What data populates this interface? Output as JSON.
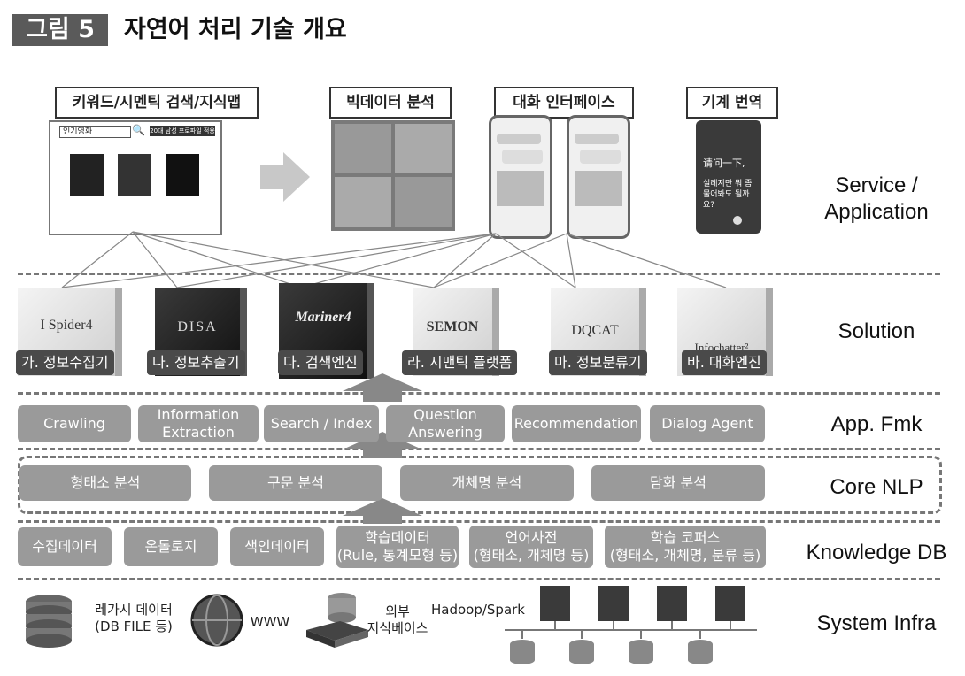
{
  "header": {
    "figure_label": "그림 5",
    "title": "자연어 처리 기술 개요"
  },
  "layers": {
    "service": "Service /\nApplication",
    "solution": "Solution",
    "app_fmk": "App. Fmk",
    "core_nlp": "Core NLP",
    "knowledge_db": "Knowledge DB",
    "system_infra": "System Infra"
  },
  "services": [
    {
      "label": "키워드/시멘틱 검색/지식맵"
    },
    {
      "label": "빅데이터 분석"
    },
    {
      "label": "대화 인터페이스"
    },
    {
      "label": "기계 번역"
    }
  ],
  "service_screens": {
    "search_box": "인기영화",
    "promo_banner": "20대 남성 프로파일 적용",
    "translate_text_zh": "请问一下,",
    "translate_text_ko": "실례지만 뭐 좀 물어봐도 될까요?"
  },
  "solutions": [
    {
      "product": "I Spider4",
      "label": "가. 정보수집기"
    },
    {
      "product": "DISA",
      "label": "나. 정보추출기"
    },
    {
      "product": "Mariner4",
      "label": "다. 검색엔진"
    },
    {
      "product": "SEMON",
      "label": "라. 시맨틱 플랫폼"
    },
    {
      "product": "DQCAT",
      "label": "마. 정보분류기"
    },
    {
      "product": "Infochatter²",
      "label": "바. 대화엔진"
    }
  ],
  "app_fmk": [
    "Crawling",
    "Information Extraction",
    "Search / Index",
    "Question Answering",
    "Recommendation",
    "Dialog Agent"
  ],
  "core_nlp": [
    "형태소 분석",
    "구문 분석",
    "개체명 분석",
    "담화 분석"
  ],
  "knowledge_db": [
    "수집데이터",
    "온톨로지",
    "색인데이터",
    "학습데이터\n(Rule, 통계모형 등)",
    "언어사전\n(형태소, 개체명 등)",
    "학습 코퍼스\n(형태소, 개체명, 분류 등)"
  ],
  "infra": {
    "legacy": "레가시 데이터\n(DB FILE 등)",
    "www": "WWW",
    "external_kb": "외부\n지식베이스",
    "hadoop": "Hadoop/Spark"
  }
}
